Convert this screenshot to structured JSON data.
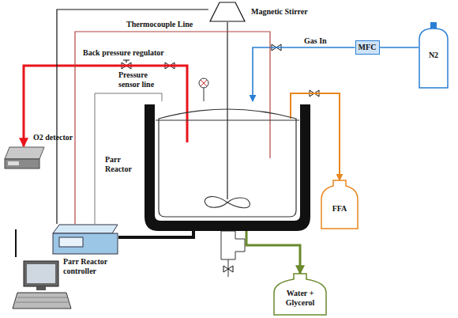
{
  "diagram": {
    "nodes": [
      {
        "text": [
          "Magnetic Stirrer"
        ]
      },
      {
        "text": [
          "O2 detector"
        ]
      },
      {
        "text": [
          "Parr Reactor"
        ]
      },
      {
        "text": [
          "MFC"
        ]
      },
      {
        "text": [
          "N2"
        ]
      },
      {
        "text": [
          "FFA"
        ]
      },
      {
        "text": [
          "Parr Reactor controller"
        ]
      },
      {
        "text": [
          "Water + Glycerol"
        ]
      }
    ],
    "edges": [
      {
        "from": 2,
        "to": 1,
        "arrow": "to"
      },
      {
        "from": 4,
        "to": 3,
        "arrow": "none"
      },
      {
        "from": 3,
        "to": 2,
        "arrow": "to"
      },
      {
        "from": 2,
        "to": 5,
        "arrow": "to"
      },
      {
        "from": 2,
        "to": 7,
        "arrow": "to"
      },
      {
        "from": 6,
        "to": 0,
        "arrow": "none"
      },
      {
        "from": 6,
        "to": 2,
        "arrow": "none"
      },
      {
        "from": 6,
        "to": 2,
        "arrow": "none"
      },
      {
        "from": 6,
        "to": 2,
        "arrow": "none"
      }
    ],
    "labels": [
      "Thermocouple Line",
      "Back pressure regulator",
      "Pressure sensor line",
      "Gas In"
    ]
  }
}
